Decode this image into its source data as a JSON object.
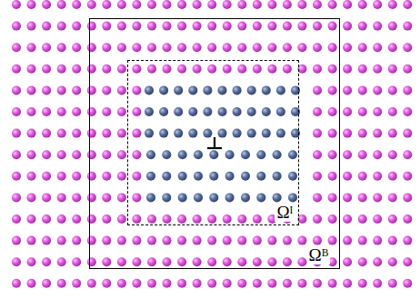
{
  "diagram": {
    "nodes": [
      {
        "text": [
          "Ωᴮ"
        ]
      },
      {
        "text": [
          "Ωᴵ"
        ],
        "in": 0
      }
    ]
  }
}
